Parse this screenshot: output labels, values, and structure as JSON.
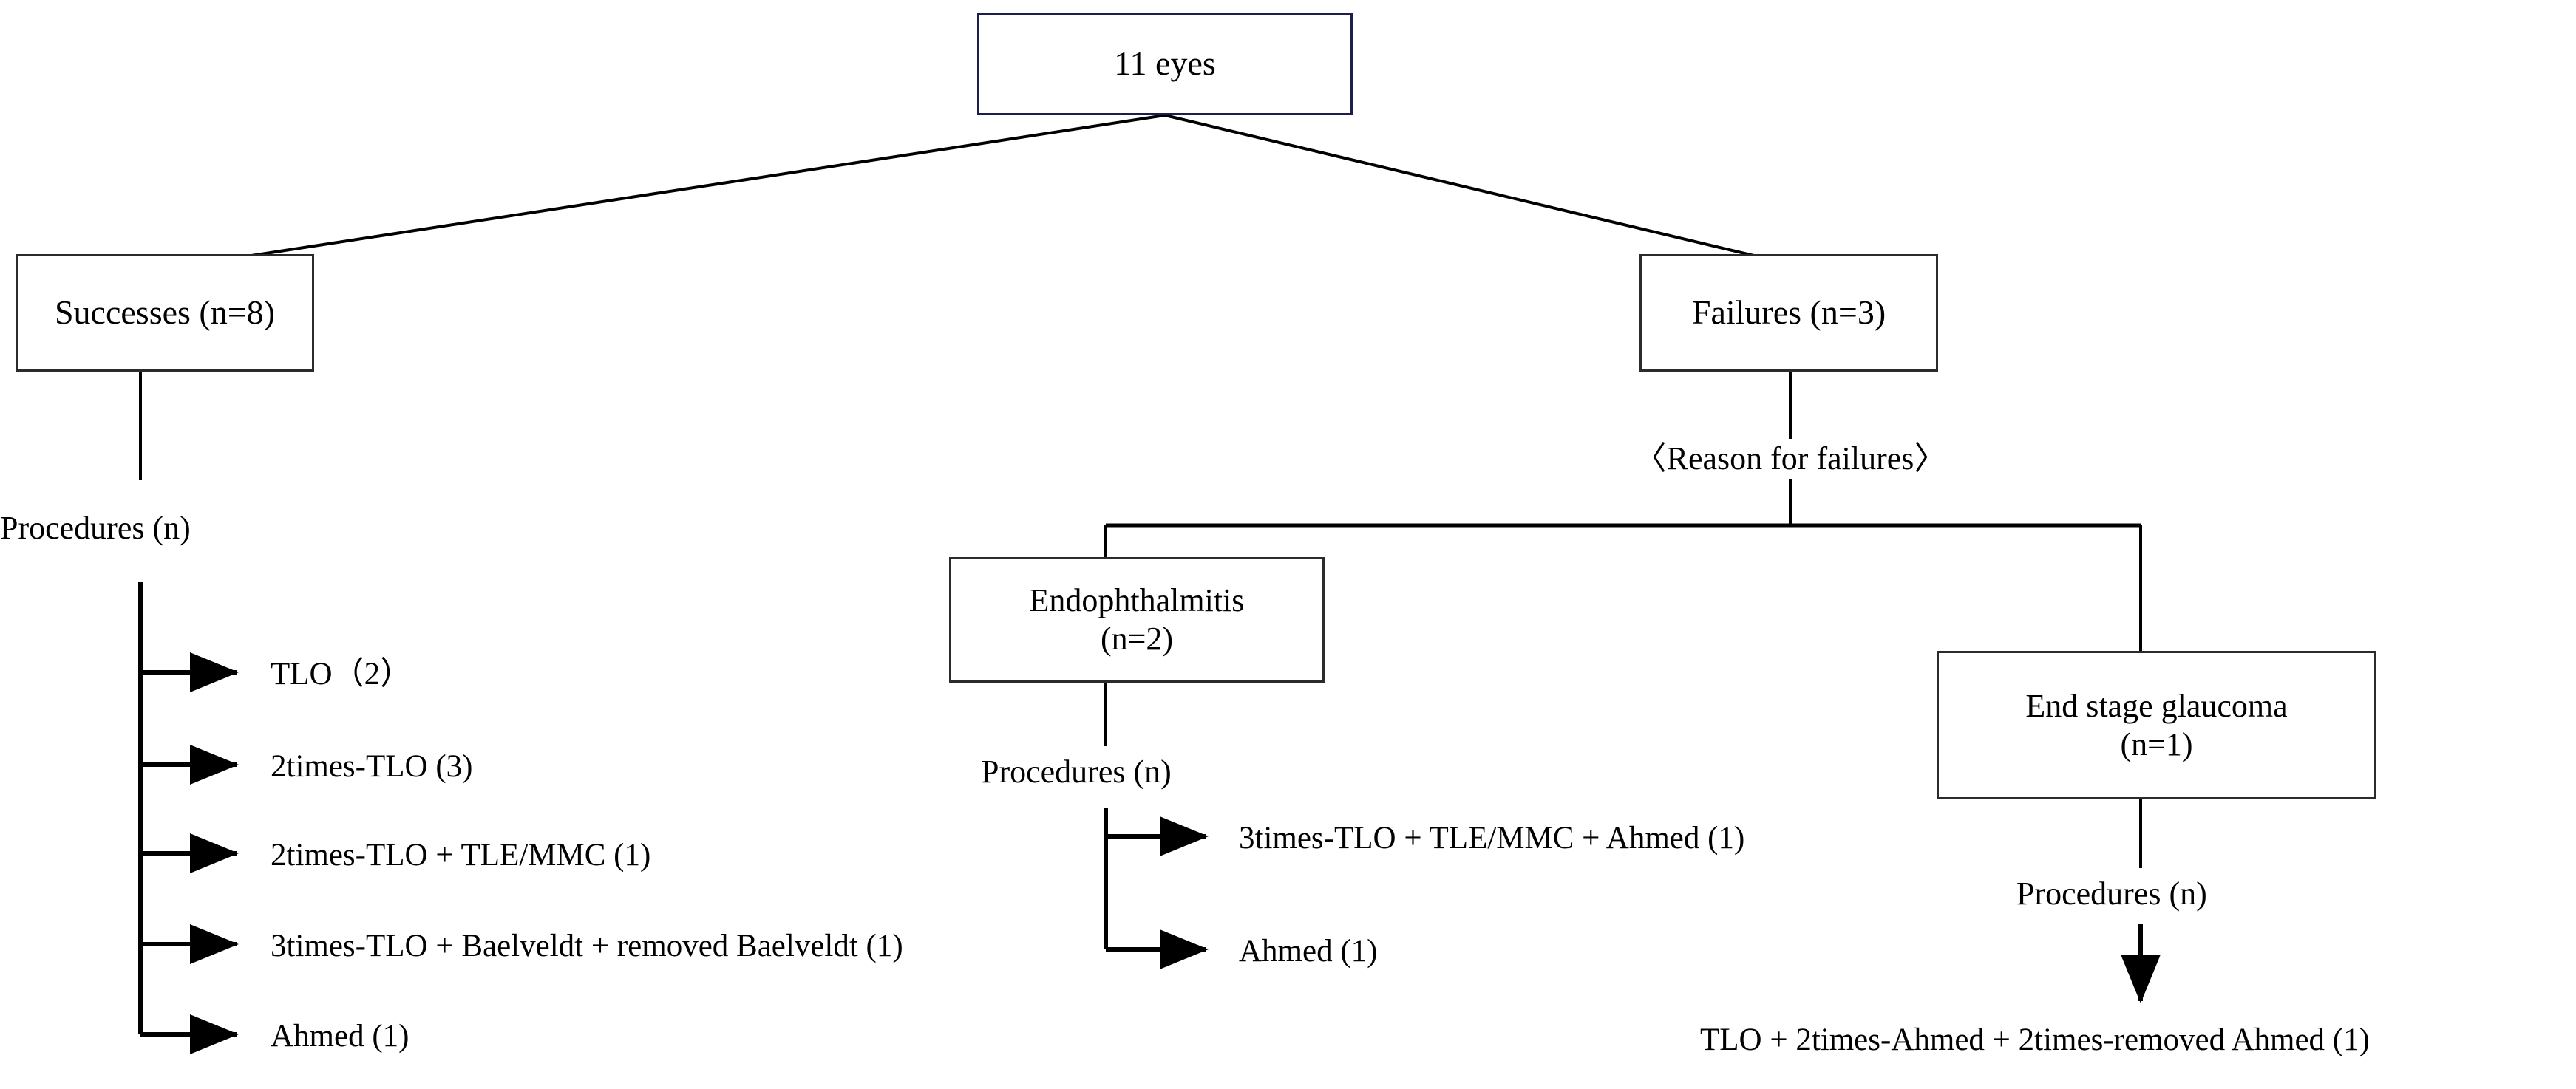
{
  "diagram": {
    "title_node": {
      "label": "11 eyes"
    },
    "branches": {
      "success": {
        "label": "Successes (n=8)"
      },
      "failure": {
        "label": "Failures (n=3)"
      }
    },
    "failure_reason_caption": "〈Reason for failures〉",
    "failure_causes": [
      {
        "name": "endophthalmitis",
        "label": "Endophthalmitis\n(n=2)"
      },
      {
        "name": "end-stage-glaucoma",
        "label": "End stage glaucoma\n(n=1)"
      }
    ],
    "procedures_caption": "Procedures (n)",
    "success_procedures": [
      {
        "label": "TLO（2）"
      },
      {
        "label": "2times-TLO (3)"
      },
      {
        "label": "2times-TLO + TLE/MMC (1)"
      },
      {
        "label": "3times-TLO + Baelveldt + removed Baelveldt (1)"
      },
      {
        "label": "Ahmed (1)"
      }
    ],
    "endophthalmitis_procedures": [
      {
        "label": "3times-TLO + TLE/MMC + Ahmed (1)"
      },
      {
        "label": "Ahmed (1)"
      }
    ],
    "glaucoma_procedures": [
      {
        "label": "TLO + 2times-Ahmed + 2times-removed Ahmed (1)"
      }
    ],
    "colors": {
      "root_border": "#1d1d4e",
      "box_border": "#2b2b2b",
      "line": "#000000",
      "text": "#000000",
      "background": "#ffffff"
    }
  }
}
